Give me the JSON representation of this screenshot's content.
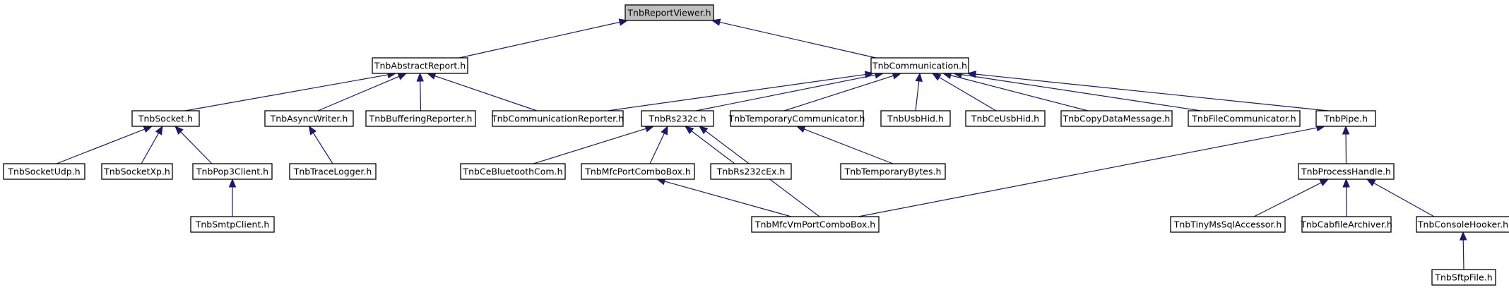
{
  "nodes": {
    "root": "TnbReportViewer.h",
    "abstract_report": "TnbAbstractReport.h",
    "communication": "TnbCommunication.h",
    "socket": "TnbSocket.h",
    "async_writer": "TnbAsyncWriter.h",
    "buffering_reporter": "TnbBufferingReporter.h",
    "communication_reporter": "TnbCommunicationReporter.h",
    "rs232c": "TnbRs232c.h",
    "temporary_communicator": "TnbTemporaryCommunicator.h",
    "usb_hid": "TnbUsbHid.h",
    "ce_usb_hid": "TnbCeUsbHid.h",
    "copy_data_message": "TnbCopyDataMessage.h",
    "file_communicator": "TnbFileCommunicator.h",
    "pipe": "TnbPipe.h",
    "socket_udp": "TnbSocketUdp.h",
    "socket_xp": "TnbSocketXp.h",
    "pop3_client": "TnbPop3Client.h",
    "trace_logger": "TnbTraceLogger.h",
    "ce_bluetooth_com": "TnbCeBluetoothCom.h",
    "mfc_port_combo_box": "TnbMfcPortComboBox.h",
    "rs232c_ex": "TnbRs232cEx.h",
    "temporary_bytes": "TnbTemporaryBytes.h",
    "process_handle": "TnbProcessHandle.h",
    "smtp_client": "TnbSmtpClient.h",
    "mfc_vm_port_combo_box": "TnbMfcVmPortComboBox.h",
    "tiny_ms_sql_accessor": "TnbTinyMsSqlAccessor.h",
    "cabfile_archiver": "TnbCabfileArchiver.h",
    "console_hooker": "TnbConsoleHooker.h",
    "sftp_file": "TnbSftpFile.h"
  },
  "edges": [
    [
      "abstract_report",
      "root"
    ],
    [
      "communication",
      "root"
    ],
    [
      "socket",
      "abstract_report"
    ],
    [
      "async_writer",
      "abstract_report"
    ],
    [
      "buffering_reporter",
      "abstract_report"
    ],
    [
      "communication_reporter",
      "abstract_report"
    ],
    [
      "communication_reporter",
      "communication"
    ],
    [
      "rs232c",
      "communication"
    ],
    [
      "temporary_communicator",
      "communication"
    ],
    [
      "usb_hid",
      "communication"
    ],
    [
      "ce_usb_hid",
      "communication"
    ],
    [
      "copy_data_message",
      "communication"
    ],
    [
      "file_communicator",
      "communication"
    ],
    [
      "pipe",
      "communication"
    ],
    [
      "socket_udp",
      "socket"
    ],
    [
      "socket_xp",
      "socket"
    ],
    [
      "pop3_client",
      "socket"
    ],
    [
      "trace_logger",
      "async_writer"
    ],
    [
      "ce_bluetooth_com",
      "rs232c"
    ],
    [
      "mfc_port_combo_box",
      "rs232c"
    ],
    [
      "rs232c_ex",
      "rs232c"
    ],
    [
      "mfc_vm_port_combo_box",
      "rs232c"
    ],
    [
      "temporary_bytes",
      "temporary_communicator"
    ],
    [
      "process_handle",
      "pipe"
    ],
    [
      "mfc_vm_port_combo_box",
      "pipe"
    ],
    [
      "smtp_client",
      "pop3_client"
    ],
    [
      "mfc_vm_port_combo_box",
      "mfc_port_combo_box"
    ],
    [
      "tiny_ms_sql_accessor",
      "process_handle"
    ],
    [
      "cabfile_archiver",
      "process_handle"
    ],
    [
      "console_hooker",
      "process_handle"
    ],
    [
      "sftp_file",
      "console_hooker"
    ]
  ]
}
